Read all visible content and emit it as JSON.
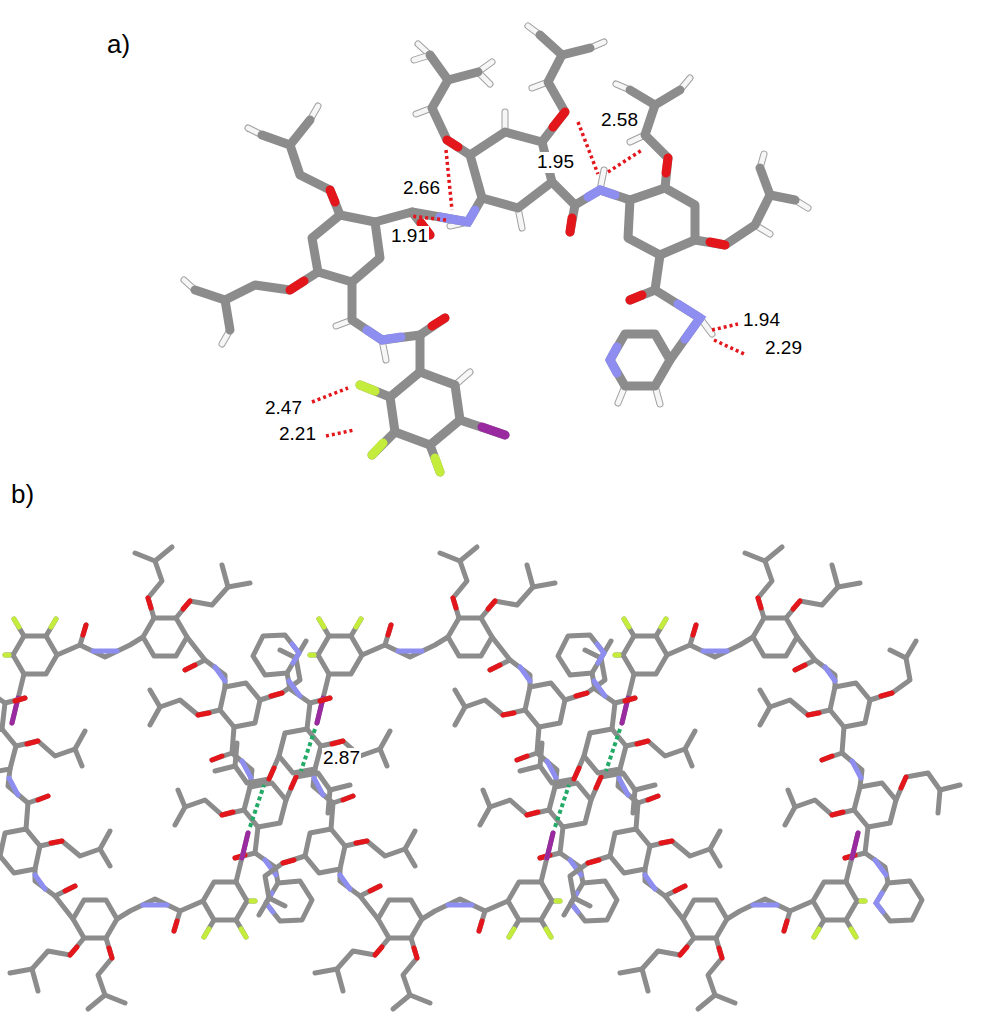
{
  "diagram": {
    "labels": [
      "a)",
      "b)",
      "2.66",
      "2.58",
      "1.95",
      "1.91",
      "1.94",
      "2.47",
      "2.29",
      "2.21",
      "2.87"
    ]
  }
}
